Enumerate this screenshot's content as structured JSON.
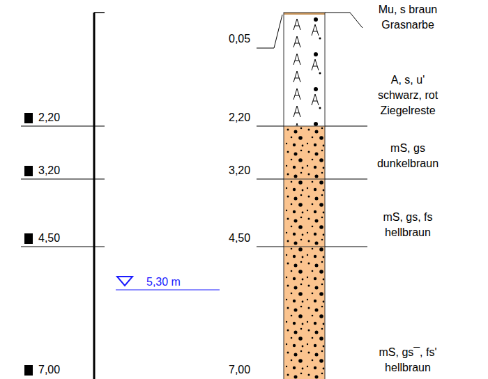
{
  "diagram": {
    "labels": [
      "2,20",
      "3,20",
      "4,50",
      "7,00",
      "5,30 m",
      "0,05",
      "2,20",
      "3,20",
      "4,50",
      "7,00",
      "Mu, s braun Grasnarbe",
      "A, s, u' schwarz, rot Ziegelreste",
      "mS, gs dunkelbraun",
      "mS, gs, fs hellbraun",
      "mS, gs¯, fs' hellbraun"
    ]
  }
}
